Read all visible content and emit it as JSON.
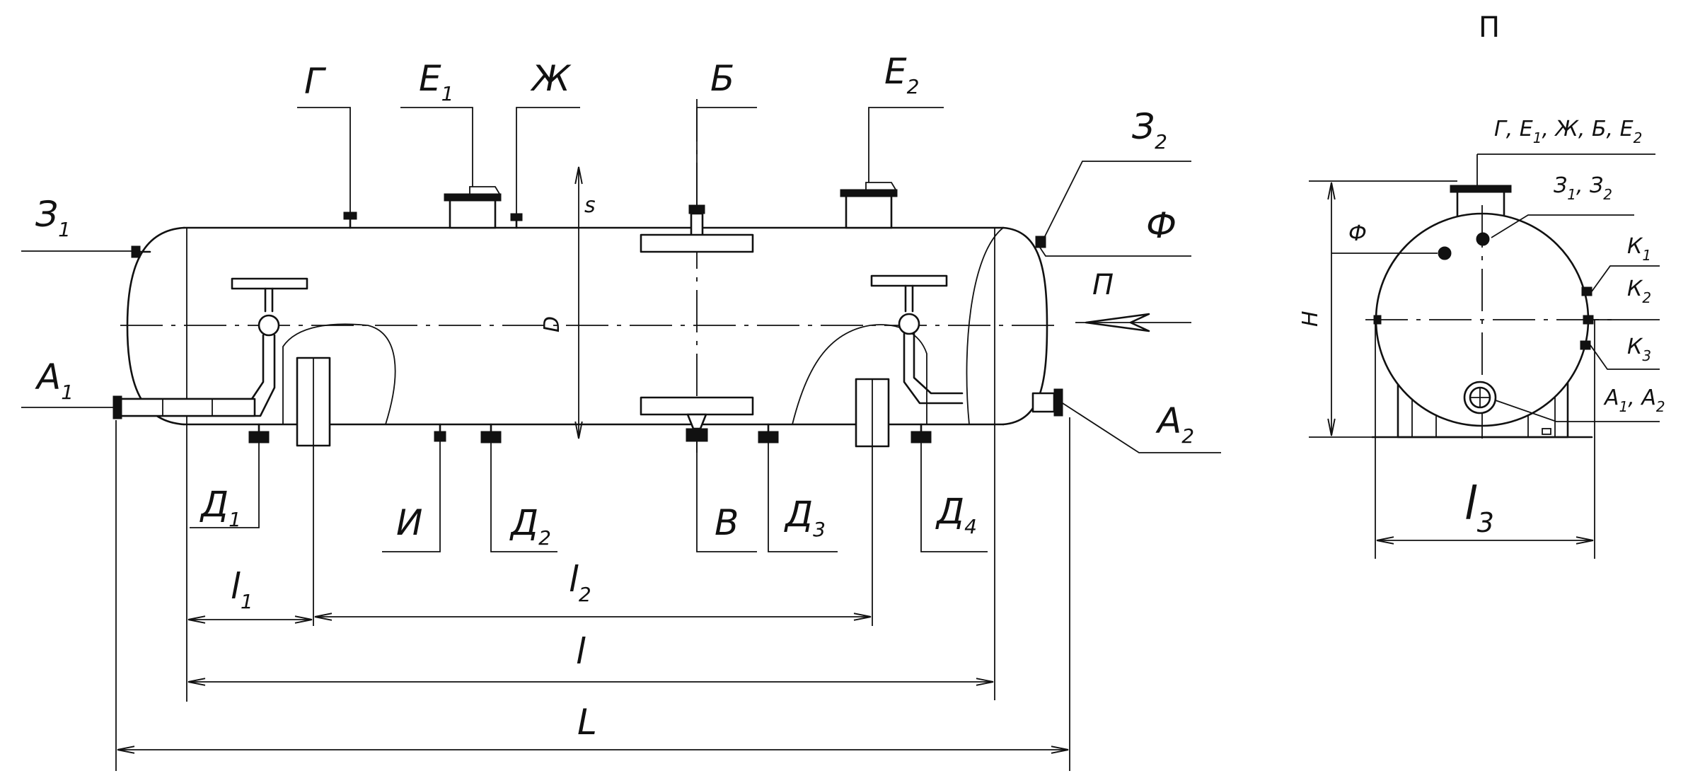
{
  "side_view": {
    "labels": {
      "g": "Г",
      "e": "Е",
      "e1_sub": "1",
      "zh": "Ж",
      "b": "Б",
      "e2_sub": "2",
      "z": "З",
      "z1_sub": "1",
      "z2_sub": "2",
      "f": "Ф",
      "a": "А",
      "a1_sub": "1",
      "a2_sub": "2",
      "d": "Д",
      "d1_sub": "1",
      "d2_sub": "2",
      "d3_sub": "3",
      "d4_sub": "4",
      "i": "И",
      "v": "В",
      "view_arrow": "П",
      "s": "s",
      "dia": "D"
    },
    "dimensions": {
      "l_letter": "l",
      "l1_sub": "1",
      "l2_sub": "2",
      "L": "L"
    }
  },
  "end_view": {
    "title": "П",
    "top_nozzles": "Г, Е",
    "top_nozzles_sub": "1",
    "top_nozzles_rest": ", Ж, Б, Е",
    "top_nozzles_sub2": "2",
    "z_pair": "З",
    "z_pair_sub1": "1",
    "z_pair_mid": ", З",
    "z_pair_sub2": "2",
    "f": "Ф",
    "k": "К",
    "k1_sub": "1",
    "k2_sub": "2",
    "k3_sub": "3",
    "a_pair": "А",
    "a_pair_sub1": "1",
    "a_pair_mid": ", А",
    "a_pair_sub2": "2",
    "h": "Н",
    "l3_letter": "l",
    "l3_sub": "3"
  }
}
